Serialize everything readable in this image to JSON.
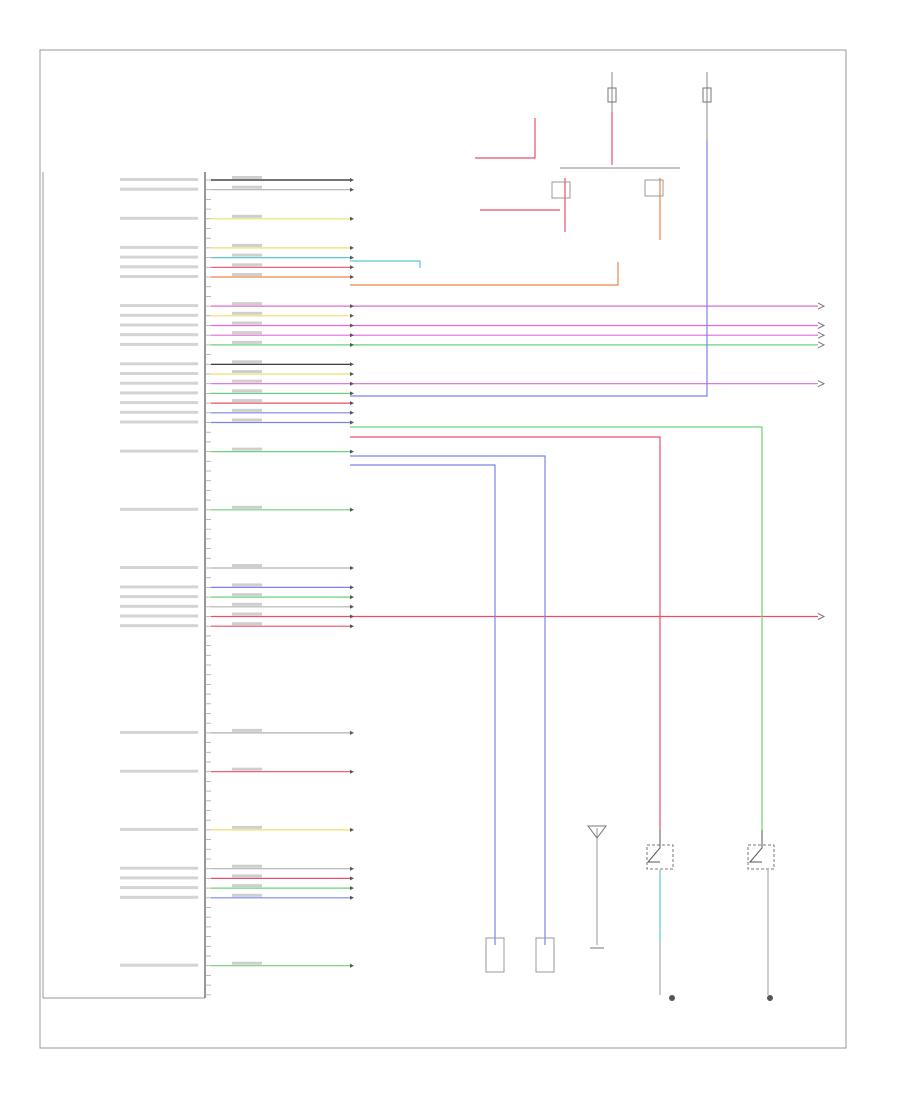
{
  "diagram": {
    "frame_label": "",
    "footer_label": "",
    "module_label": "",
    "pin_count": 90
  },
  "colors": {
    "black": "#222222",
    "pink": "#e06ad0",
    "red": "#e8506a",
    "green": "#6cd27a",
    "blue": "#7a84e8",
    "orange": "#e8864a",
    "yellow": "#e8e06a",
    "cyan": "#5ac6d6",
    "grey": "#b0b0b0"
  },
  "connector_pins": [
    {
      "row": 1,
      "color": "black",
      "to": "short"
    },
    {
      "row": 2,
      "color": "grey",
      "to": "short"
    },
    {
      "row": 5,
      "color": "yellow",
      "to": "short"
    },
    {
      "row": 8,
      "color": "yellow",
      "to": "short"
    },
    {
      "row": 9,
      "color": "cyan",
      "to": "long"
    },
    {
      "row": 10,
      "color": "red",
      "to": "short"
    },
    {
      "row": 11,
      "color": "orange",
      "to": "long"
    },
    {
      "row": 14,
      "color": "pink",
      "to": "edge"
    },
    {
      "row": 15,
      "color": "yellow",
      "to": "short"
    },
    {
      "row": 16,
      "color": "pink",
      "to": "edge"
    },
    {
      "row": 17,
      "color": "pink",
      "to": "edge"
    },
    {
      "row": 18,
      "color": "green",
      "to": "edge"
    },
    {
      "row": 20,
      "color": "black",
      "to": "long"
    },
    {
      "row": 21,
      "color": "yellow",
      "to": "short"
    },
    {
      "row": 22,
      "color": "pink",
      "to": "edge"
    },
    {
      "row": 23,
      "color": "green",
      "to": "long"
    },
    {
      "row": 24,
      "color": "red",
      "to": "long"
    },
    {
      "row": 25,
      "color": "blue",
      "to": "long"
    },
    {
      "row": 26,
      "color": "blue",
      "to": "long"
    },
    {
      "row": 29,
      "color": "green",
      "to": "short"
    },
    {
      "row": 35,
      "color": "green",
      "to": "short"
    },
    {
      "row": 41,
      "color": "grey",
      "to": "short"
    },
    {
      "row": 43,
      "color": "blue",
      "to": "short"
    },
    {
      "row": 44,
      "color": "green",
      "to": "short"
    },
    {
      "row": 45,
      "color": "grey",
      "to": "short"
    },
    {
      "row": 46,
      "color": "red",
      "to": "edge"
    },
    {
      "row": 47,
      "color": "red",
      "to": "short"
    },
    {
      "row": 58,
      "color": "grey",
      "to": "short"
    },
    {
      "row": 62,
      "color": "red",
      "to": "short"
    },
    {
      "row": 68,
      "color": "yellow",
      "to": "short"
    },
    {
      "row": 72,
      "color": "grey",
      "to": "short"
    },
    {
      "row": 73,
      "color": "red",
      "to": "short"
    },
    {
      "row": 74,
      "color": "green",
      "to": "short"
    },
    {
      "row": 75,
      "color": "blue",
      "to": "short"
    },
    {
      "row": 82,
      "color": "green",
      "to": "short"
    }
  ]
}
